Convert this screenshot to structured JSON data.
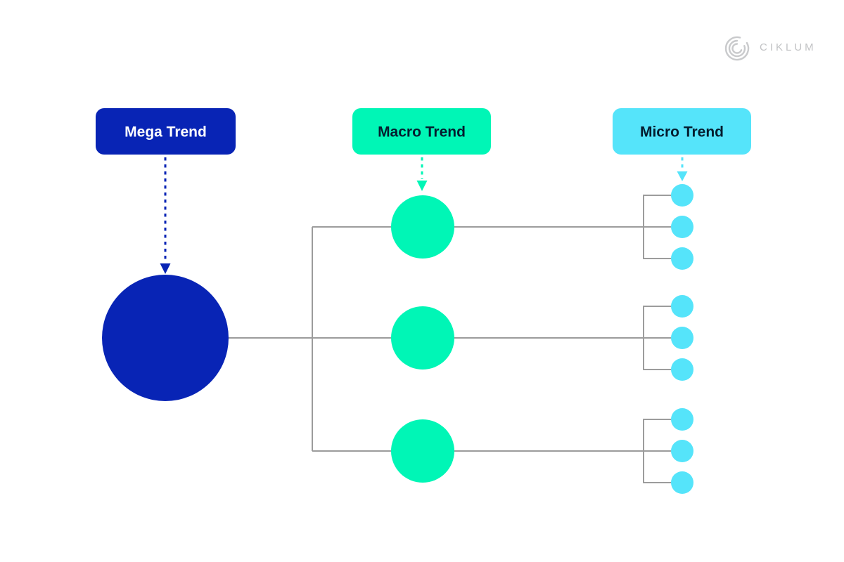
{
  "logo": {
    "brand": "CIKLUM",
    "color": "#C9CACC"
  },
  "diagram": {
    "connector_color": "#9C9C9C",
    "levels": [
      {
        "id": "mega",
        "label": "Mega Trend",
        "box_color": "#0824B5",
        "label_color": "#FFFFFF",
        "node_count": 1
      },
      {
        "id": "macro",
        "label": "Macro Trend",
        "box_color": "#00F6B6",
        "label_color": "#051C2E",
        "node_count": 3
      },
      {
        "id": "micro",
        "label": "Micro Trend",
        "box_color": "#55E4FA",
        "label_color": "#051C2E",
        "node_count": 9
      }
    ]
  }
}
